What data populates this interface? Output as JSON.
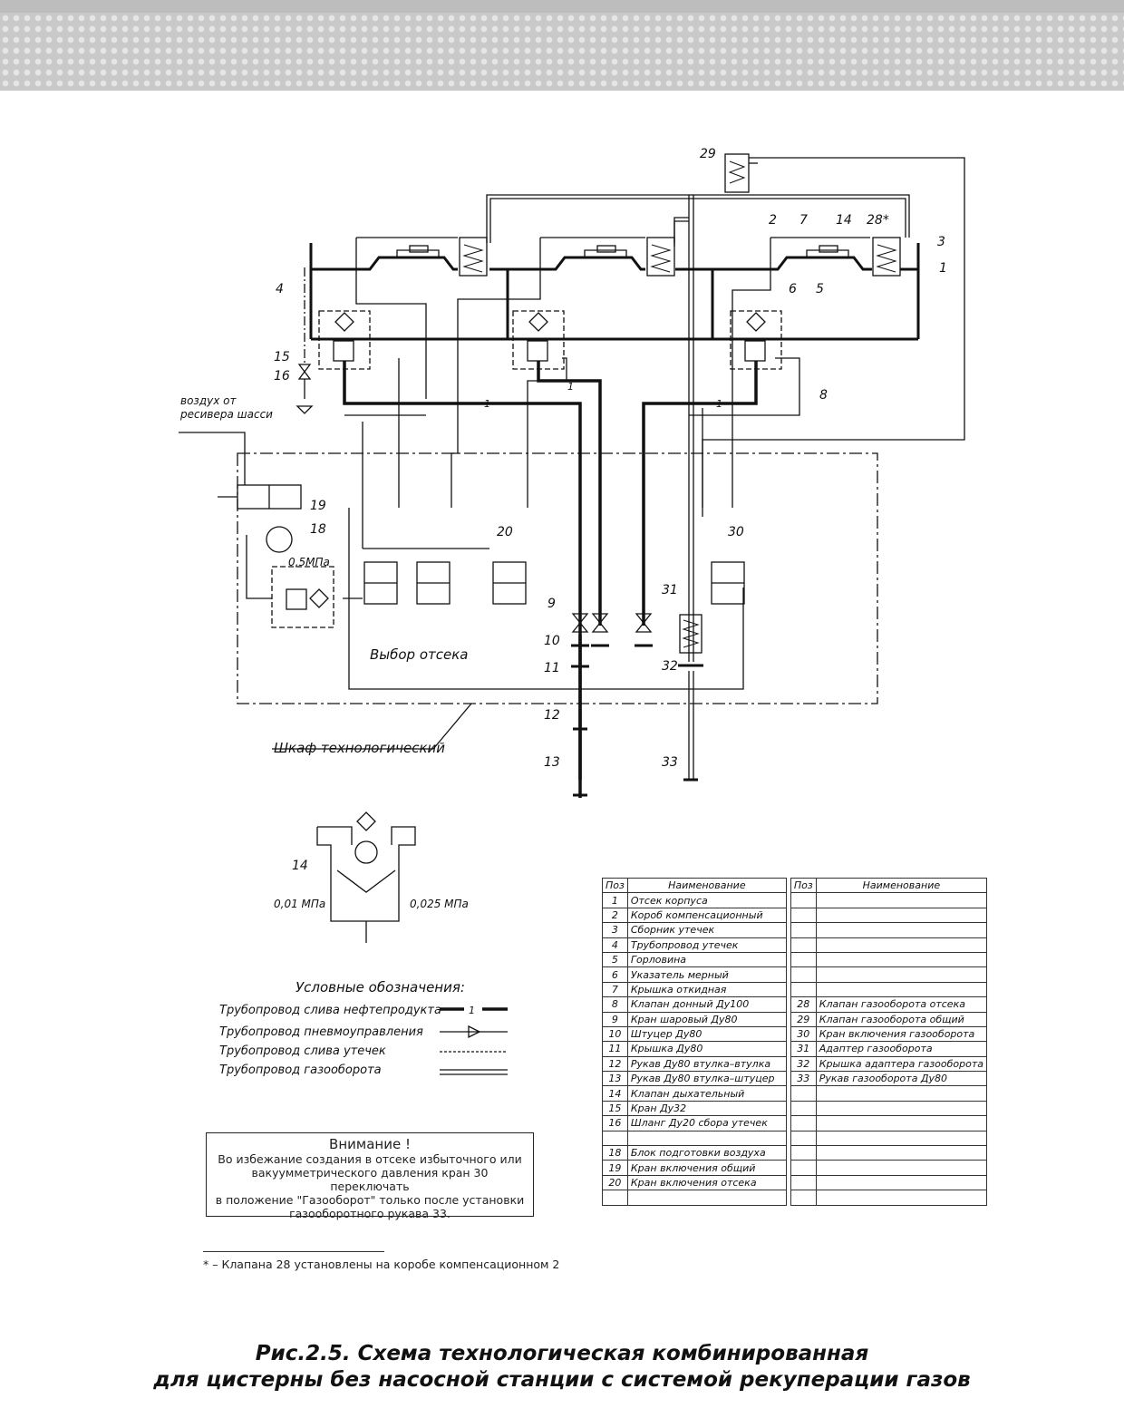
{
  "caption": {
    "line1": "Рис.2.5. Схема технологическая комбинированная",
    "line2": "для цистерны без насосной станции с системой рекуперации газов"
  },
  "labels": {
    "air_source_1": "воздух от",
    "air_source_2": "ресивера шасси",
    "pressure_05": "0,5МПа",
    "compartment_select": "Выбор отсека",
    "cabinet": "Шкаф технологический",
    "p001": "0,01 МПа",
    "p0025": "0,025 МПа",
    "flow_num": "1"
  },
  "callouts": [
    "1",
    "2",
    "3",
    "4",
    "5",
    "6",
    "7",
    "8",
    "9",
    "10",
    "11",
    "12",
    "13",
    "14",
    "15",
    "16",
    "18",
    "19",
    "20",
    "28*",
    "29",
    "30",
    "31",
    "32",
    "33"
  ],
  "legend": {
    "title": "Условные обозначения:",
    "items": [
      "Трубопровод слива нефтепродукта",
      "Трубопровод пневмоуправления",
      "Трубопровод слива утечек",
      "Трубопровод газооборота"
    ]
  },
  "warning": {
    "title": "Внимание !",
    "line1": "Во избежание создания в отсеке избыточного или",
    "line2": "вакуумметрического давления кран 30 переключать",
    "line3": "в положение \"Газооборот\" только после установки",
    "line4": "газооборотного рукава 33."
  },
  "footnote": "* – Клапана 28 установлены на коробе компенсационном 2",
  "parts_table": {
    "header": {
      "pos": "Поз",
      "name": "Наименование"
    },
    "rows": [
      {
        "p1": "1",
        "n1": "Отсек корпуса",
        "p2": "",
        "n2": ""
      },
      {
        "p1": "2",
        "n1": "Короб компенсационный",
        "p2": "",
        "n2": ""
      },
      {
        "p1": "3",
        "n1": "Сборник утечек",
        "p2": "",
        "n2": ""
      },
      {
        "p1": "4",
        "n1": "Трубопровод утечек",
        "p2": "",
        "n2": ""
      },
      {
        "p1": "5",
        "n1": "Горловина",
        "p2": "",
        "n2": ""
      },
      {
        "p1": "6",
        "n1": "Указатель мерный",
        "p2": "",
        "n2": ""
      },
      {
        "p1": "7",
        "n1": "Крышка откидная",
        "p2": "",
        "n2": ""
      },
      {
        "p1": "8",
        "n1": "Клапан донный Ду100",
        "p2": "28",
        "n2": "Клапан газооборота отсека"
      },
      {
        "p1": "9",
        "n1": "Кран шаровый Ду80",
        "p2": "29",
        "n2": "Клапан газооборота общий"
      },
      {
        "p1": "10",
        "n1": "Штуцер Ду80",
        "p2": "30",
        "n2": "Кран включения газооборота"
      },
      {
        "p1": "11",
        "n1": "Крышка Ду80",
        "p2": "31",
        "n2": "Адаптер газооборота"
      },
      {
        "p1": "12",
        "n1": "Рукав Ду80 втулка–втулка",
        "p2": "32",
        "n2": "Крышка адаптера газооборота"
      },
      {
        "p1": "13",
        "n1": "Рукав Ду80 втулка–штуцер",
        "p2": "33",
        "n2": "Рукав газооборота Ду80"
      },
      {
        "p1": "14",
        "n1": "Клапан дыхательный",
        "p2": "",
        "n2": ""
      },
      {
        "p1": "15",
        "n1": "Кран Ду32",
        "p2": "",
        "n2": ""
      },
      {
        "p1": "16",
        "n1": "Шланг Ду20 сбора утечек",
        "p2": "",
        "n2": ""
      },
      {
        "p1": "",
        "n1": "",
        "p2": "",
        "n2": ""
      },
      {
        "p1": "18",
        "n1": "Блок подготовки воздуха",
        "p2": "",
        "n2": ""
      },
      {
        "p1": "19",
        "n1": "Кран включения общий",
        "p2": "",
        "n2": ""
      },
      {
        "p1": "20",
        "n1": "Кран включения отсека",
        "p2": "",
        "n2": ""
      },
      {
        "p1": "",
        "n1": "",
        "p2": "",
        "n2": ""
      }
    ]
  }
}
